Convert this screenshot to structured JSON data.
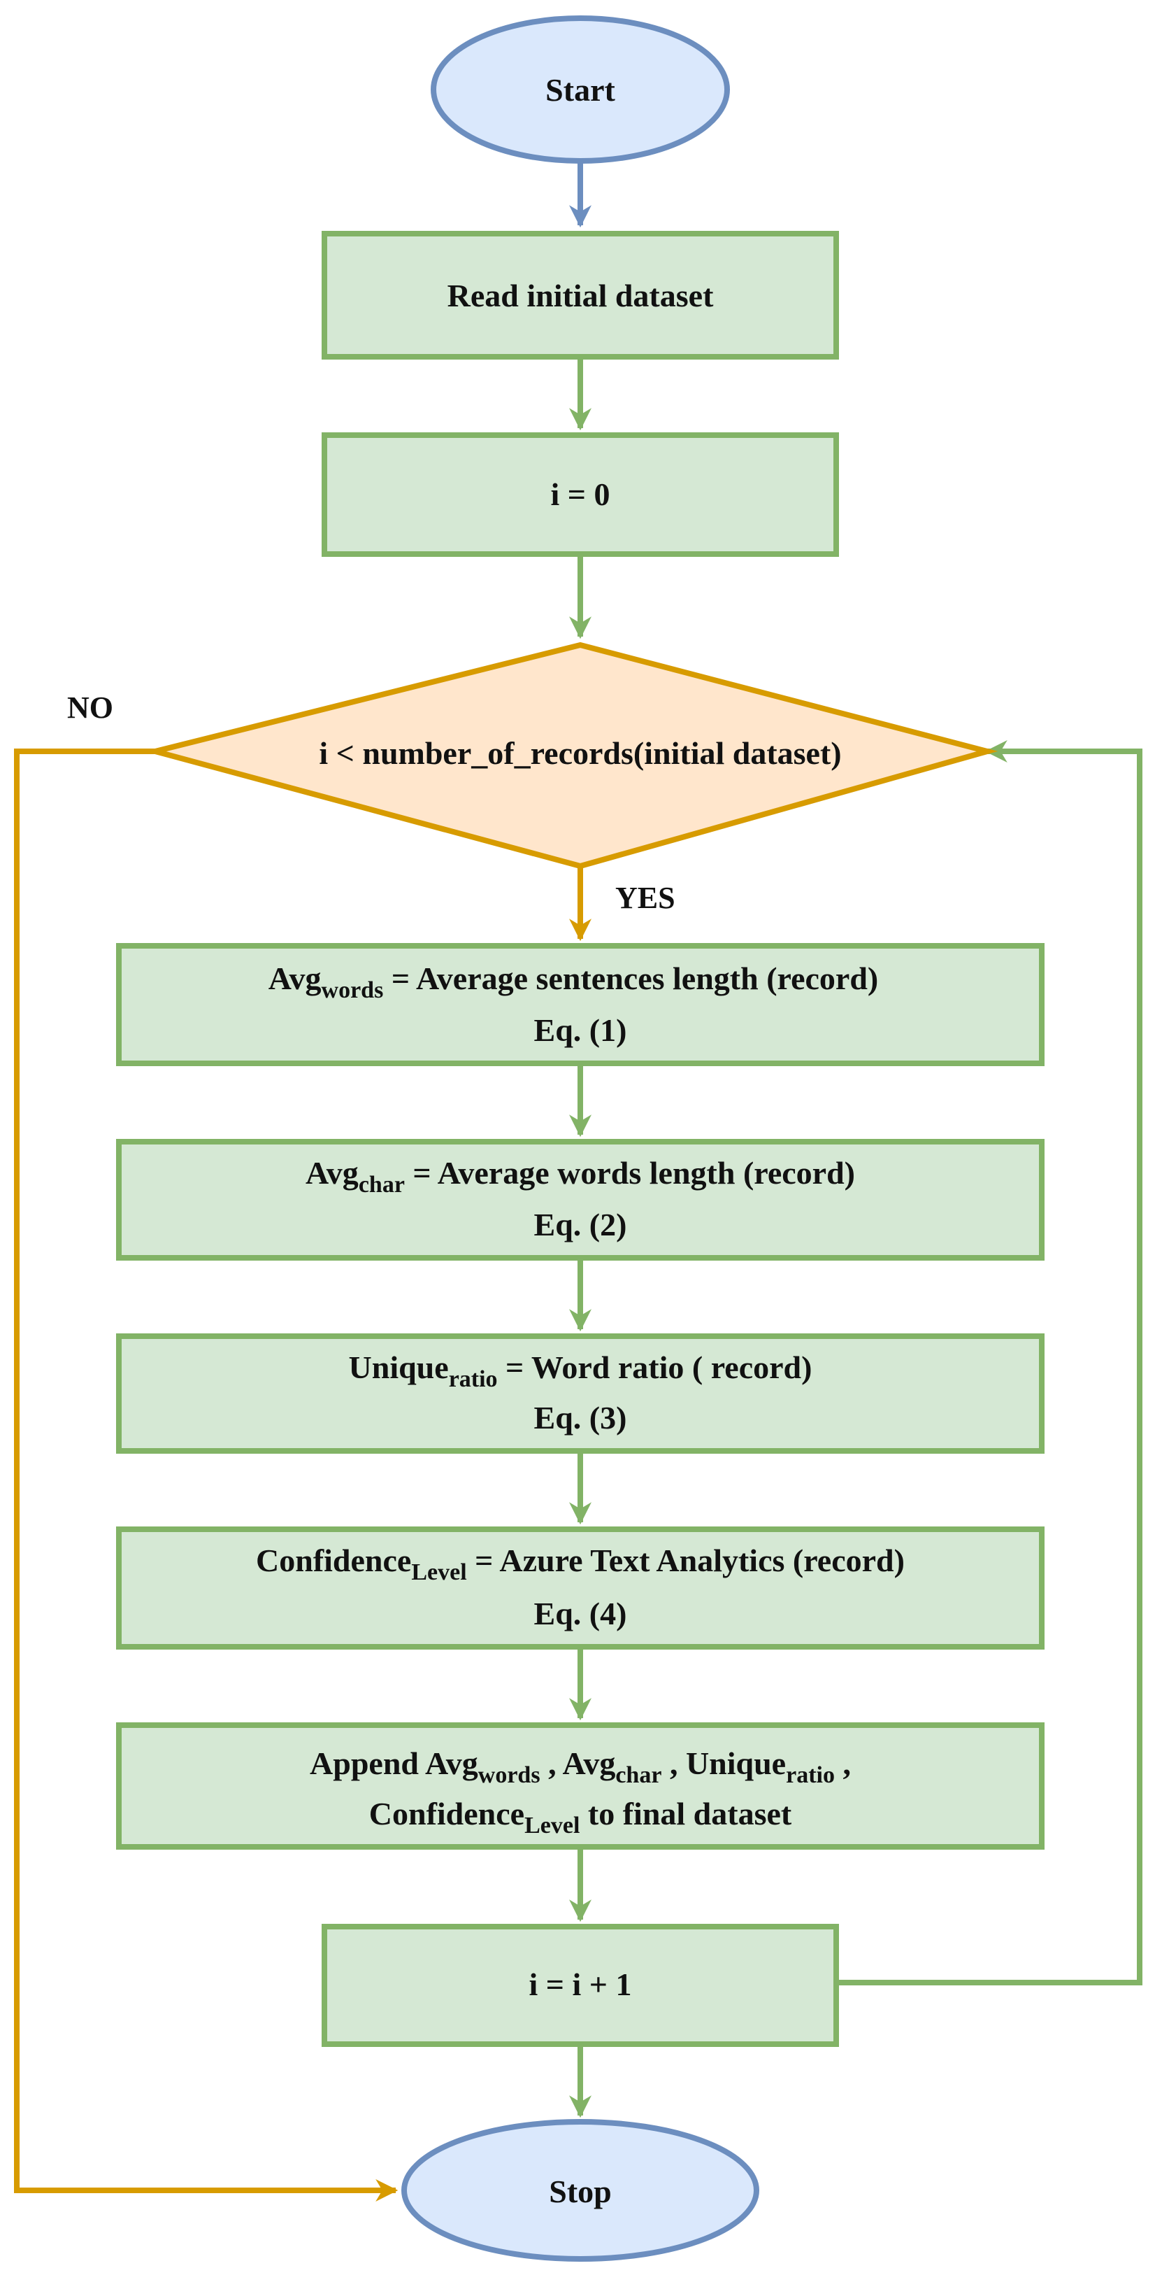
{
  "colors": {
    "terminal_fill": "#dae8fc",
    "terminal_stroke": "#6c8ebf",
    "process_fill": "#d5e8d4",
    "process_stroke": "#82b366",
    "decision_fill": "#ffe6cc",
    "decision_stroke": "#d79b00"
  },
  "nodes": {
    "start": {
      "label": "Start"
    },
    "read_dataset": {
      "label": "Read initial dataset"
    },
    "init_i": {
      "label": "i = 0"
    },
    "condition": {
      "label": "i < number_of_records(initial dataset)"
    },
    "avg_words": {
      "main": "Avg",
      "sub": "words",
      "rest": " = Average sentences length (record)",
      "eq": "Eq. (1)"
    },
    "avg_char": {
      "main": "Avg",
      "sub": "char",
      "rest": " = Average words length (record)",
      "eq": "Eq. (2)"
    },
    "unique_ratio": {
      "main": "Unique",
      "sub": "ratio",
      "rest": " = Word ratio ( record)",
      "eq": "Eq. (3)"
    },
    "confidence": {
      "main": "Confidence",
      "sub": "Level",
      "rest": " = Azure Text Analytics (record)",
      "eq": "Eq. (4)"
    },
    "append": {
      "prefix": "Append ",
      "a_main": "Avg",
      "a_sub": "words",
      "sep1": " , ",
      "b_main": "Avg",
      "b_sub": "char",
      "sep2": " , ",
      "c_main": "Unique",
      "c_sub": "ratio",
      "sep3": " ,",
      "d_main": "Confidence",
      "d_sub": "Level",
      "suffix": "  to final dataset"
    },
    "increment": {
      "label": "i = i + 1"
    },
    "stop": {
      "label": "Stop"
    }
  },
  "edges": {
    "no_label": "NO",
    "yes_label": "YES"
  }
}
